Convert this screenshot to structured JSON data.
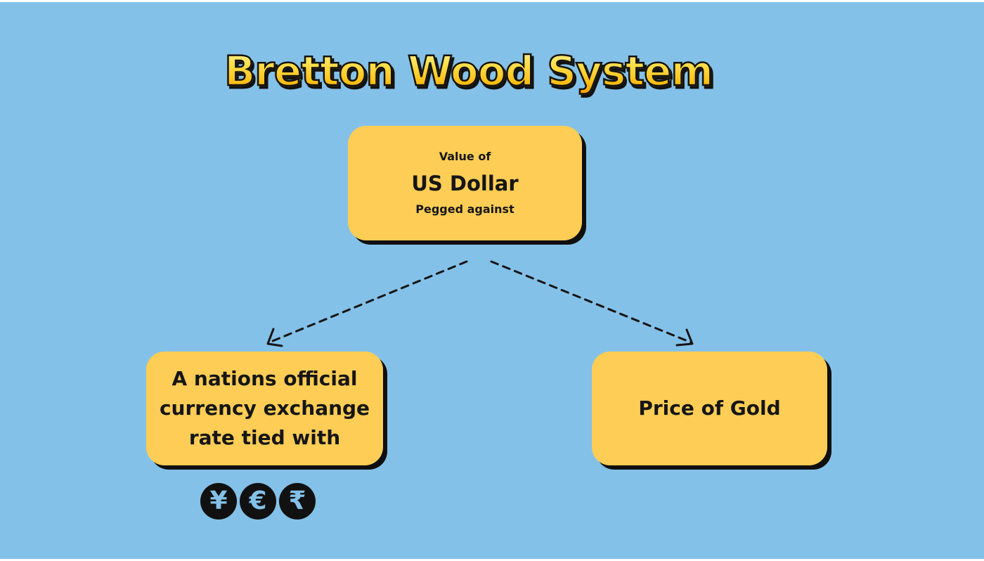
{
  "title": "Bretton Wood System",
  "top_box": {
    "line1": "Value of",
    "line2": "US Dollar",
    "line3": "Pegged against"
  },
  "left_box": {
    "text": "A nations official currency exchange rate tied with"
  },
  "right_box": {
    "text": "Price of Gold"
  },
  "currency_icons": [
    {
      "symbol": "¥",
      "icon": "yen-icon"
    },
    {
      "symbol": "€",
      "icon": "euro-icon"
    },
    {
      "symbol": "₹",
      "icon": "rupee-icon"
    }
  ],
  "colors": {
    "background": "#84c1e8",
    "box_fill": "#fdcd55",
    "box_shadow": "#0f0f0f",
    "title_fill": "#ffd42a",
    "ink": "#161616"
  }
}
